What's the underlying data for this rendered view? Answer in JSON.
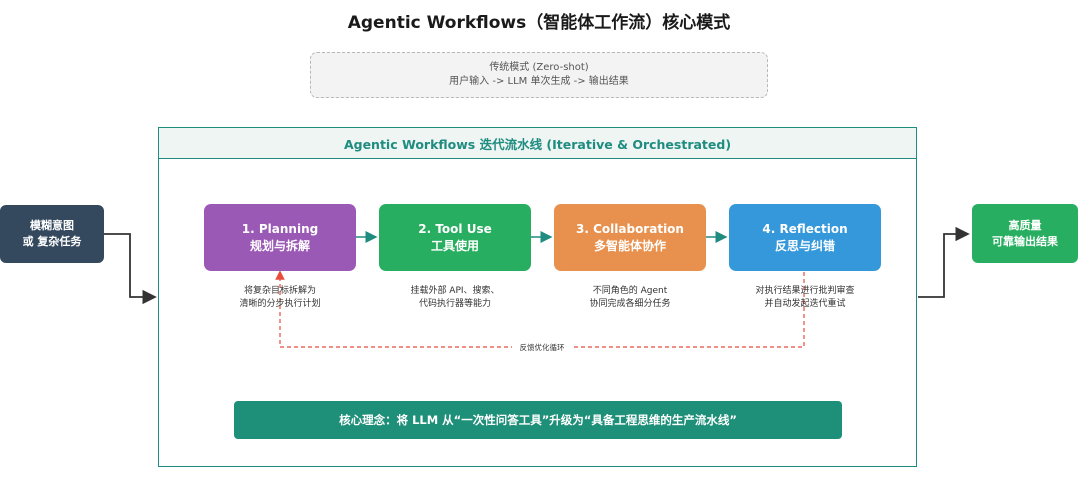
{
  "title": "Agentic Workflows（智能体工作流）核心模式",
  "traditional": {
    "line1": "传统模式 (Zero-shot)",
    "line2": "用户输入 -> LLM 单次生成 -> 输出结果"
  },
  "main": {
    "header": "Agentic Workflows 迭代流水线 (Iterative & Orchestrated)",
    "steps": [
      {
        "title": "1. Planning",
        "subtitle": "规划与拆解",
        "color": "#9b59b6",
        "desc_line1": "将复杂目标拆解为",
        "desc_line2": "清晰的分步执行计划"
      },
      {
        "title": "2. Tool Use",
        "subtitle": "工具使用",
        "color": "#27ae60",
        "desc_line1": "挂载外部 API、搜索、",
        "desc_line2": "代码执行器等能力"
      },
      {
        "title": "3. Collaboration",
        "subtitle": "多智能体协作",
        "color": "#e8914e",
        "desc_line1": "不同角色的 Agent",
        "desc_line2": "协同完成各细分任务"
      },
      {
        "title": "4. Reflection",
        "subtitle": "反思与纠错",
        "color": "#3498db",
        "desc_line1": "对执行结果进行批判审查",
        "desc_line2": "并自动发起迭代重试"
      }
    ],
    "loop_label": "反馈优化循环",
    "core_idea": "核心理念：将 LLM 从“一次性问答工具”升级为“具备工程思维的生产流水线”"
  },
  "input": {
    "line1": "模糊意图",
    "line2": "或 复杂任务",
    "color": "#34495e"
  },
  "output": {
    "line1": "高质量",
    "line2": "可靠输出结果",
    "color": "#27ae60"
  },
  "colors": {
    "frame": "#1f8c80",
    "loop": "#e74c3c",
    "arrow": "#1f8c80",
    "connector": "#333333"
  }
}
